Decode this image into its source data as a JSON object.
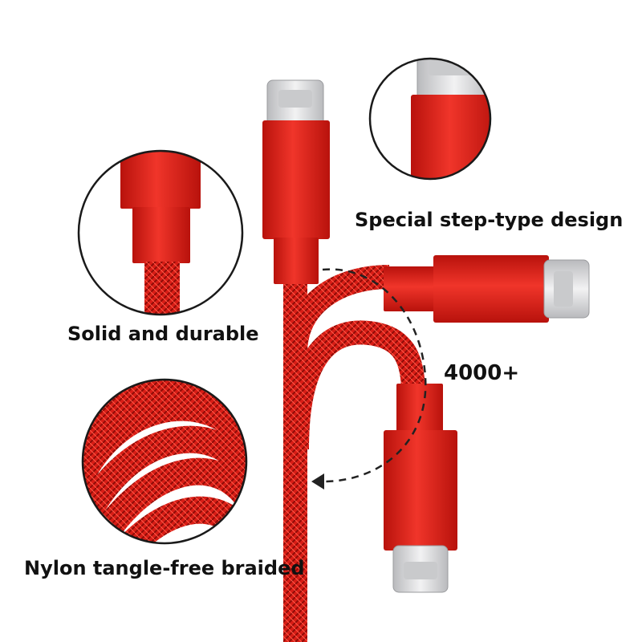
{
  "labels": {
    "step_design": "Special step-type design",
    "durable": "Solid and durable",
    "braided": "Nylon tangle-free braided",
    "bend_count": "4000+"
  },
  "colors": {
    "cable_red": "#e0201a",
    "cable_dark": "#a50f0a",
    "cable_light": "#ff5040",
    "connector_silver": "#d9dadc",
    "text": "#111111",
    "circle_outline": "#1a1a1a"
  }
}
